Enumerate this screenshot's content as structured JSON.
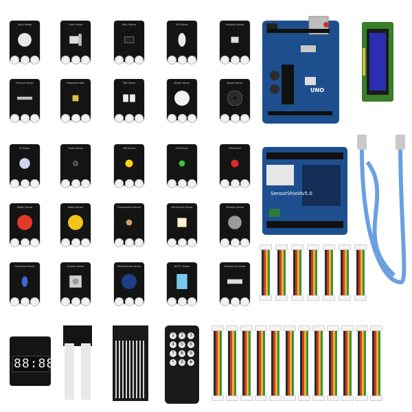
{
  "modules": [
    {
      "id": "touch",
      "title": "Touch Sensor",
      "comp": "disc"
    },
    {
      "id": "crash",
      "title": "Crash Sensor",
      "comp": "switch"
    },
    {
      "id": "hall",
      "title": "HALL Sensor",
      "comp": "hall"
    },
    {
      "id": "reed",
      "title": "LED Sensor",
      "comp": "reed"
    },
    {
      "id": "knock",
      "title": "Knocking Sensor",
      "comp": "small-chip"
    },
    {
      "id": "tilt",
      "title": "Pressure Sensor",
      "comp": "tilt"
    },
    {
      "id": "photo1",
      "title": "Photointerrupter",
      "comp": "photo"
    },
    {
      "id": "rgb",
      "title": "RGB Sensor",
      "comp": "rgb"
    },
    {
      "id": "buzzer1",
      "title": "Buzzer Sensor",
      "comp": "white-buzzer"
    },
    {
      "id": "buzzer2",
      "title": "Buzzer Sensor",
      "comp": "black-buzzer"
    },
    {
      "id": "ir",
      "title": "IR Sensor",
      "comp": "ir-led"
    },
    {
      "id": "flame",
      "title": "Flame Sensor",
      "comp": "flame"
    },
    {
      "id": "led-y",
      "title": "LED Sensor",
      "comp": "yellow-led"
    },
    {
      "id": "led-g",
      "title": "LED Sensor",
      "comp": "green-led"
    },
    {
      "id": "led-r",
      "title": "LED Sensor",
      "comp": "red-led"
    },
    {
      "id": "btn-r",
      "title": "Button Sensor",
      "comp": "red-button"
    },
    {
      "id": "btn-y",
      "title": "Button Sensor",
      "comp": "yellow-button"
    },
    {
      "id": "photoresist",
      "title": "Photoresistive Sensor",
      "comp": "ldr"
    },
    {
      "id": "led-w",
      "title": "Self-flashing Sensor",
      "comp": "white-led"
    },
    {
      "id": "vibration",
      "title": "Vibration Sensor",
      "comp": "motor"
    },
    {
      "id": "gyro",
      "title": "Gyroscope Sensor",
      "comp": "tilt-switch"
    },
    {
      "id": "encoder",
      "title": "Encoder Sensor",
      "comp": "encoder"
    },
    {
      "id": "pot",
      "title": "Potentiometer Sensor",
      "comp": "pot"
    },
    {
      "id": "dht",
      "title": "DHT11 Sensor",
      "comp": "dht"
    },
    {
      "id": "hall2",
      "title": "Straight Slip Sensor",
      "comp": "slide"
    }
  ],
  "uno": {
    "label": "UNO"
  },
  "shield": {
    "label": "SensorShieldv5.0"
  },
  "display": {
    "digits": "88:88"
  },
  "remote": {
    "buttons": [
      "1",
      "2",
      "3",
      "4",
      "5",
      "6",
      "7",
      "8",
      "9",
      "*",
      "0",
      "#"
    ]
  },
  "colors": {
    "module_black": "#141414",
    "board_blue": "#1d4f8f",
    "lcd_blue": "#2a2fb0",
    "pcb_green": "#3a7d2a",
    "cable_blue": "#6aa0e0"
  }
}
